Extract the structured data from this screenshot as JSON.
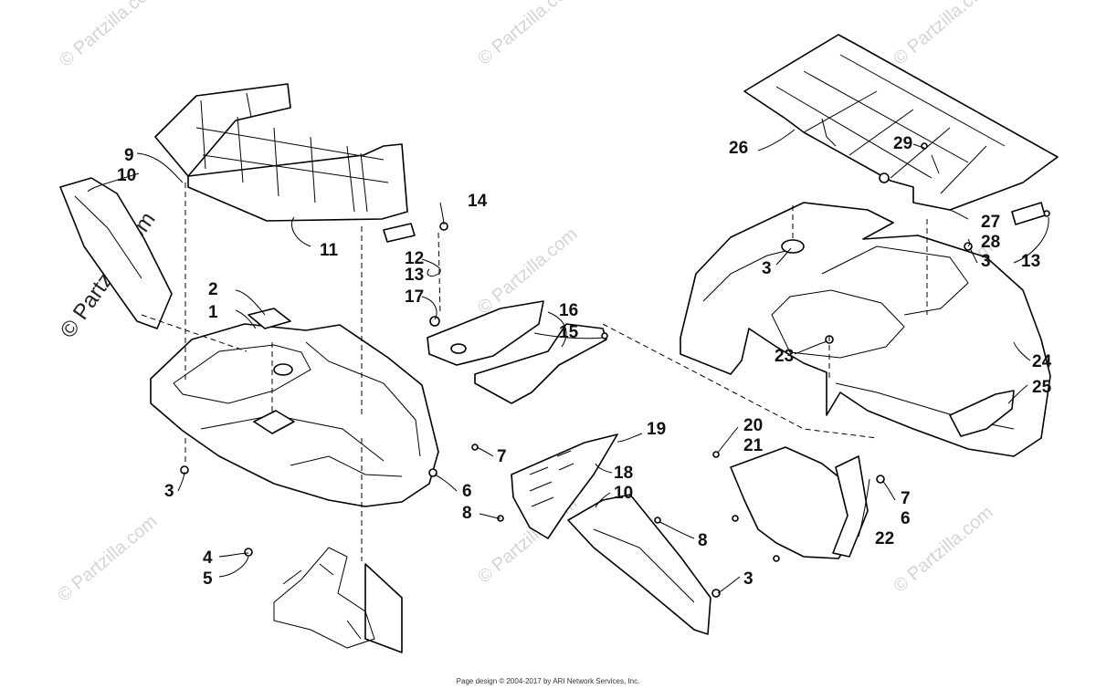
{
  "watermark": "© Partzilla.com",
  "footer": "Page design © 2004-2017 by ARI Network Services, Inc.",
  "callouts": [
    "1",
    "2",
    "3",
    "4",
    "5",
    "6",
    "7",
    "8",
    "9",
    "10",
    "11",
    "12",
    "13",
    "14",
    "15",
    "16",
    "17",
    "18",
    "19",
    "20",
    "21",
    "22",
    "23",
    "24",
    "25",
    "26",
    "27",
    "28",
    "29"
  ]
}
